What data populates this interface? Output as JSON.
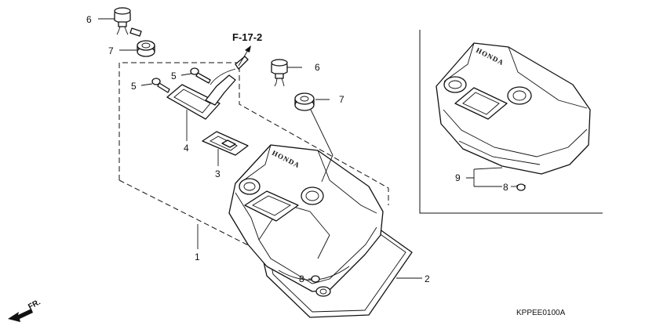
{
  "reference": "F-17-2",
  "diagram_code": "KPPEE0100A",
  "direction_label": "FR.",
  "brand_marks": [
    "HONDA",
    "HONDA"
  ],
  "callouts": {
    "c1": "1",
    "c2": "2",
    "c3": "3",
    "c4": "4",
    "c5a": "5",
    "c5b": "5",
    "c6a": "6",
    "c6b": "6",
    "c7a": "7",
    "c7b": "7",
    "c8a": "8",
    "c8b": "8",
    "c9": "9"
  },
  "colors": {
    "line": "#111111",
    "background": "#ffffff"
  }
}
